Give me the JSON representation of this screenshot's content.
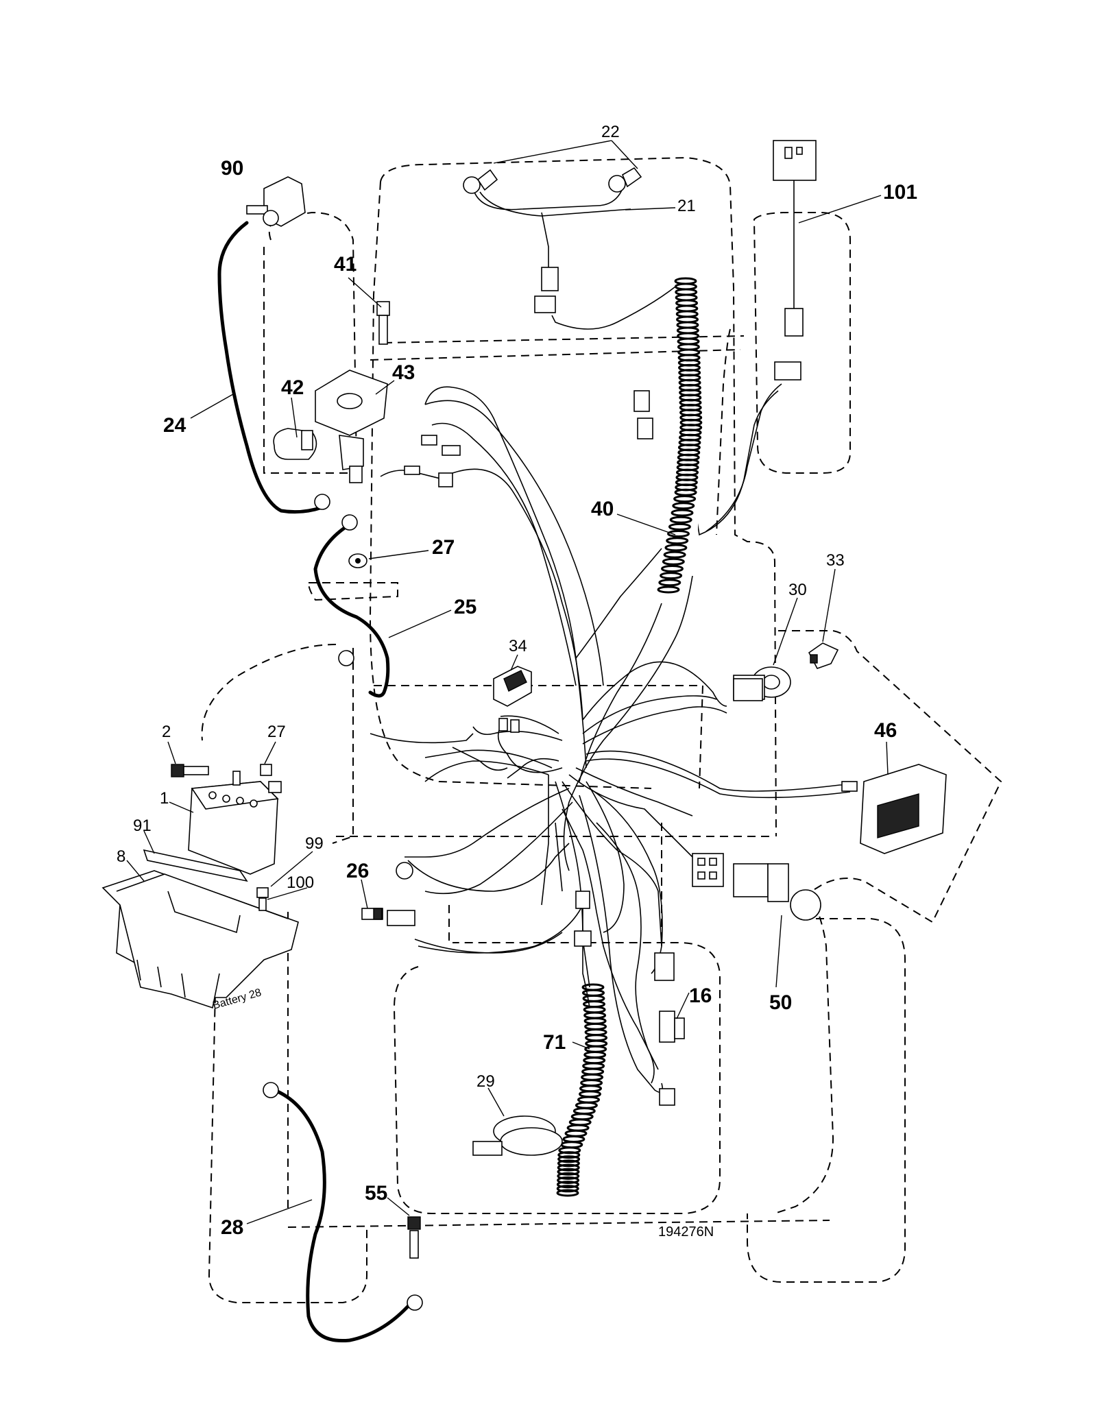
{
  "diagram": {
    "drawing_number": "194276N",
    "battery_label": "Battery  28",
    "callouts": [
      {
        "id": "22",
        "text": "22",
        "weight": "regular"
      },
      {
        "id": "90",
        "text": "90",
        "weight": "bold"
      },
      {
        "id": "21",
        "text": "21",
        "weight": "regular"
      },
      {
        "id": "101",
        "text": "101",
        "weight": "bold"
      },
      {
        "id": "41",
        "text": "41",
        "weight": "bold"
      },
      {
        "id": "43",
        "text": "43",
        "weight": "bold"
      },
      {
        "id": "42",
        "text": "42",
        "weight": "bold"
      },
      {
        "id": "24",
        "text": "24",
        "weight": "bold"
      },
      {
        "id": "40",
        "text": "40",
        "weight": "bold"
      },
      {
        "id": "27a",
        "text": "27",
        "weight": "bold"
      },
      {
        "id": "25",
        "text": "25",
        "weight": "bold"
      },
      {
        "id": "33",
        "text": "33",
        "weight": "regular"
      },
      {
        "id": "30",
        "text": "30",
        "weight": "regular"
      },
      {
        "id": "34",
        "text": "34",
        "weight": "regular"
      },
      {
        "id": "46",
        "text": "46",
        "weight": "bold"
      },
      {
        "id": "2",
        "text": "2",
        "weight": "regular"
      },
      {
        "id": "27b",
        "text": "27",
        "weight": "regular"
      },
      {
        "id": "1",
        "text": "1",
        "weight": "regular"
      },
      {
        "id": "91",
        "text": "91",
        "weight": "regular"
      },
      {
        "id": "99",
        "text": "99",
        "weight": "regular"
      },
      {
        "id": "8",
        "text": "8",
        "weight": "regular"
      },
      {
        "id": "100",
        "text": "100",
        "weight": "regular"
      },
      {
        "id": "26",
        "text": "26",
        "weight": "bold"
      },
      {
        "id": "50",
        "text": "50",
        "weight": "bold"
      },
      {
        "id": "16",
        "text": "16",
        "weight": "bold"
      },
      {
        "id": "71",
        "text": "71",
        "weight": "bold"
      },
      {
        "id": "29",
        "text": "29",
        "weight": "regular"
      },
      {
        "id": "55",
        "text": "55",
        "weight": "bold"
      },
      {
        "id": "28",
        "text": "28",
        "weight": "bold"
      }
    ]
  }
}
